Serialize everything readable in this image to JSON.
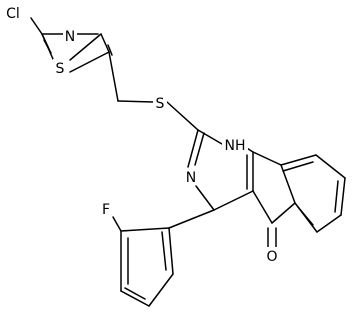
{
  "molecule": {
    "atoms": [
      {
        "name": "chlorine",
        "label": "Cl"
      },
      {
        "name": "thiazole-nitrogen",
        "label": "N"
      },
      {
        "name": "thiazole-sulfur",
        "label": "S"
      },
      {
        "name": "thioether-sulfur",
        "label": "S"
      },
      {
        "name": "pyrimidine-nh",
        "label": "NH"
      },
      {
        "name": "pyrimidine-nitrogen",
        "label": "N"
      },
      {
        "name": "fluorine",
        "label": "F"
      },
      {
        "name": "carbonyl-oxygen",
        "label": "O"
      }
    ]
  }
}
